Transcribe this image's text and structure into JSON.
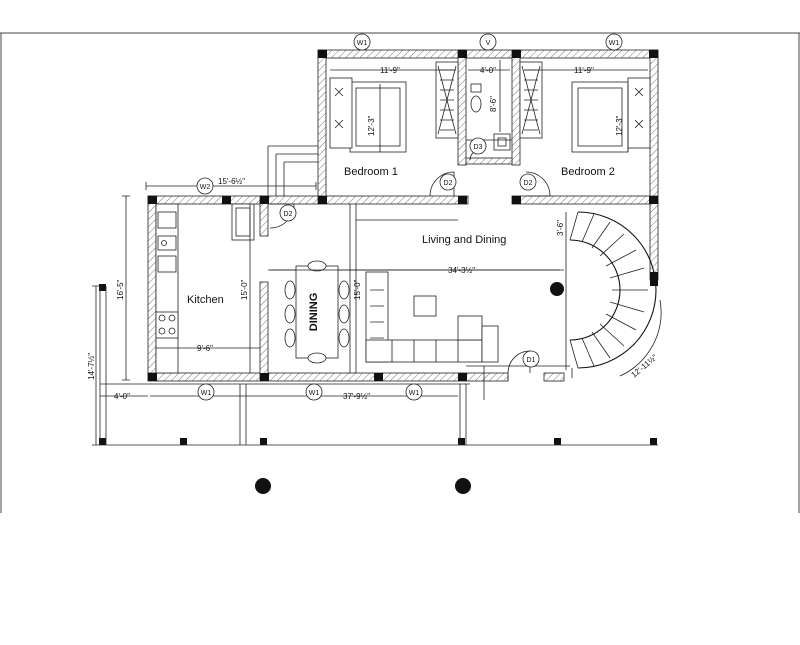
{
  "rooms": {
    "bedroom1": "Bedroom 1",
    "bedroom2": "Bedroom 2",
    "living": "Living and Dining",
    "kitchen": "Kitchen",
    "dining": "DINING"
  },
  "tags": {
    "w1": "W1",
    "w2": "W2",
    "v": "V",
    "d1": "D1",
    "d2": "D2",
    "d3": "D3"
  },
  "dims": {
    "bed1_w": "11'-9\"",
    "bed1_h": "12'-3\"",
    "bath_w": "4'-0\"",
    "bath_h": "8'-6\"",
    "bed2_w": "11'-9\"",
    "bed2_h": "12'-3\"",
    "kitchen_top": "15'-6½\"",
    "kitchen_side": "16'-5\"",
    "kitchen_inner": "15'-0\"",
    "kitchen_bottom": "9'-6\"",
    "living_h": "15'-0\"",
    "living_w": "34'-3½\"",
    "stair_w": "3'-6\"",
    "stair_arc": "12'-11½\"",
    "overall_w": "37'-9½\"",
    "porch_depth": "4'-0\"",
    "overall_side": "14'-7½\""
  },
  "colors": {
    "line": "#111111",
    "hatch": "#777777",
    "background": "#ffffff"
  }
}
